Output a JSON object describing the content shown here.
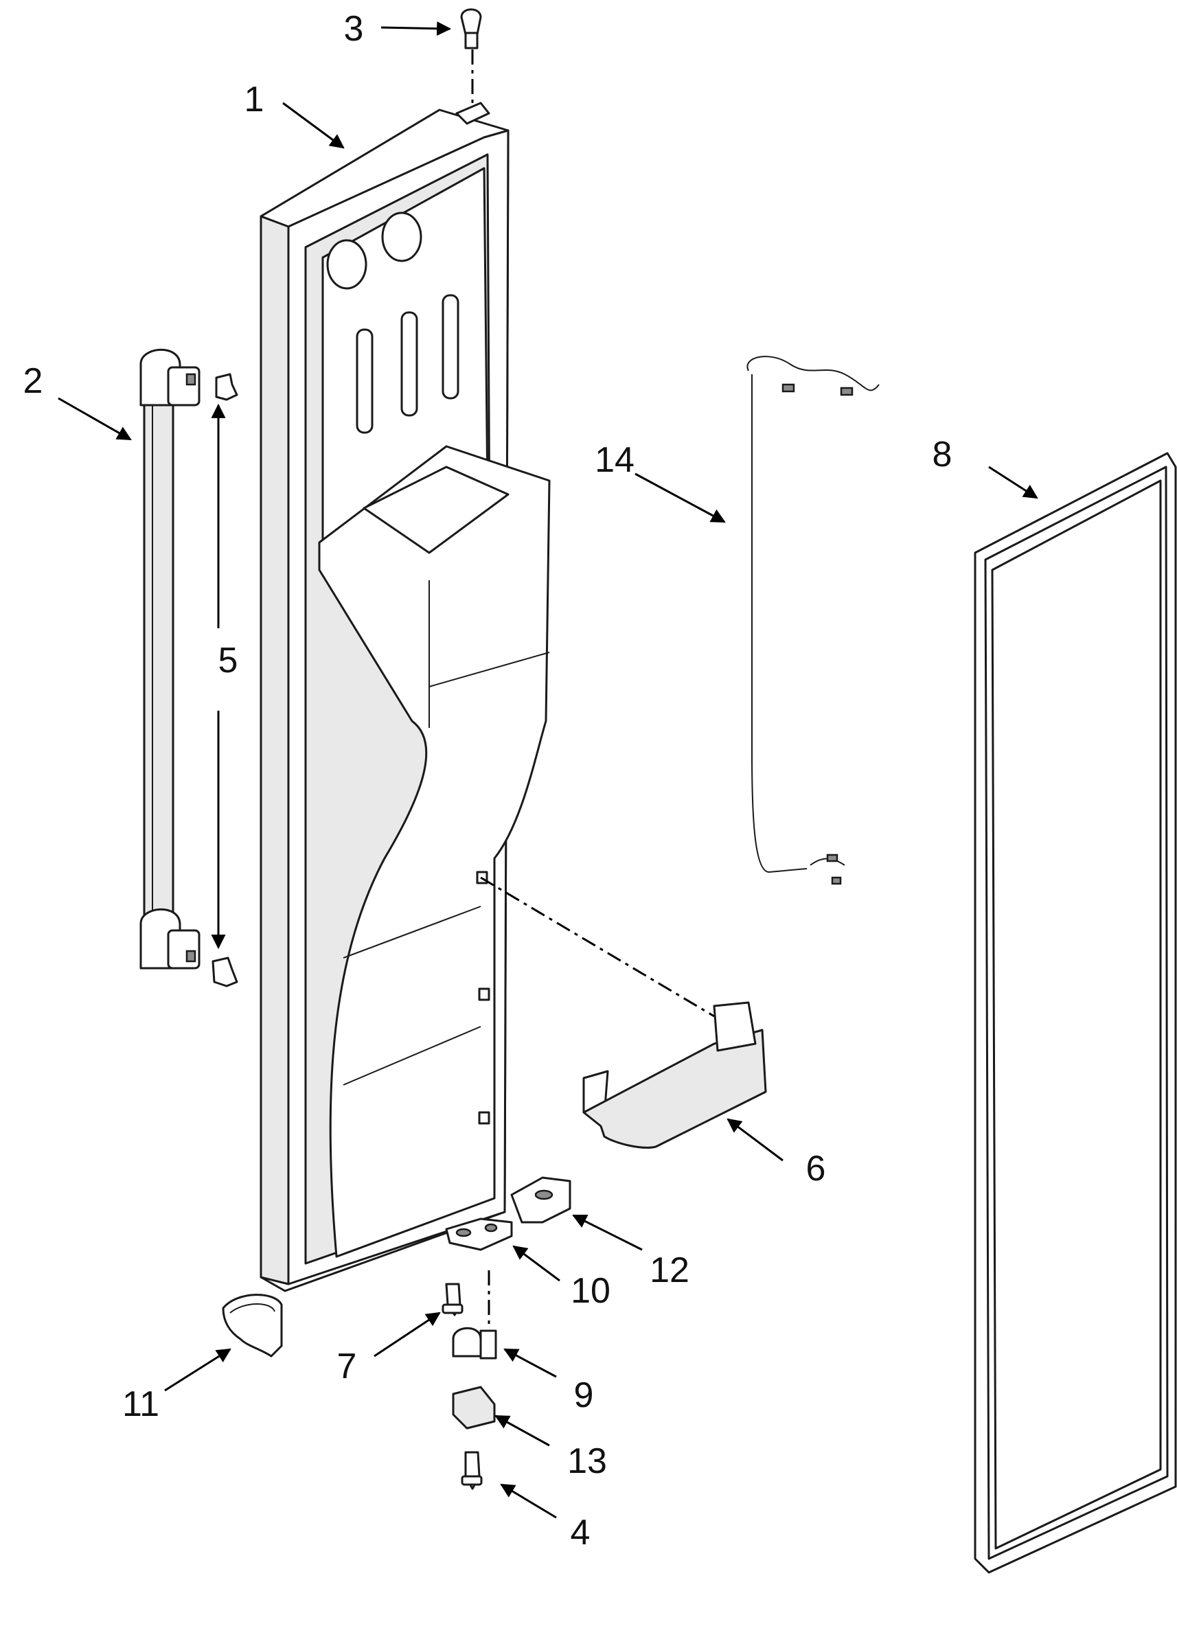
{
  "diagram": {
    "callouts": [
      "1",
      "2",
      "3",
      "4",
      "5",
      "6",
      "7",
      "8",
      "9",
      "10",
      "11",
      "12",
      "13",
      "14"
    ]
  },
  "parts": [
    {
      "id": "1",
      "icon": "door-panel-icon"
    },
    {
      "id": "2",
      "icon": "door-handle-icon"
    },
    {
      "id": "3",
      "icon": "plug-icon"
    },
    {
      "id": "4",
      "icon": "screw-icon"
    },
    {
      "id": "5",
      "icon": "stud-icon"
    },
    {
      "id": "6",
      "icon": "door-bin-icon"
    },
    {
      "id": "7",
      "icon": "screw-icon"
    },
    {
      "id": "8",
      "icon": "gasket-icon"
    },
    {
      "id": "9",
      "icon": "hinge-pin-icon"
    },
    {
      "id": "10",
      "icon": "bracket-icon"
    },
    {
      "id": "11",
      "icon": "clip-icon"
    },
    {
      "id": "12",
      "icon": "hinge-cover-icon"
    },
    {
      "id": "13",
      "icon": "closer-icon"
    },
    {
      "id": "14",
      "icon": "wire-harness-icon"
    }
  ],
  "colors": {
    "line": "#1a1a1a",
    "background": "#ffffff",
    "fill_light": "#e9e9e9"
  }
}
